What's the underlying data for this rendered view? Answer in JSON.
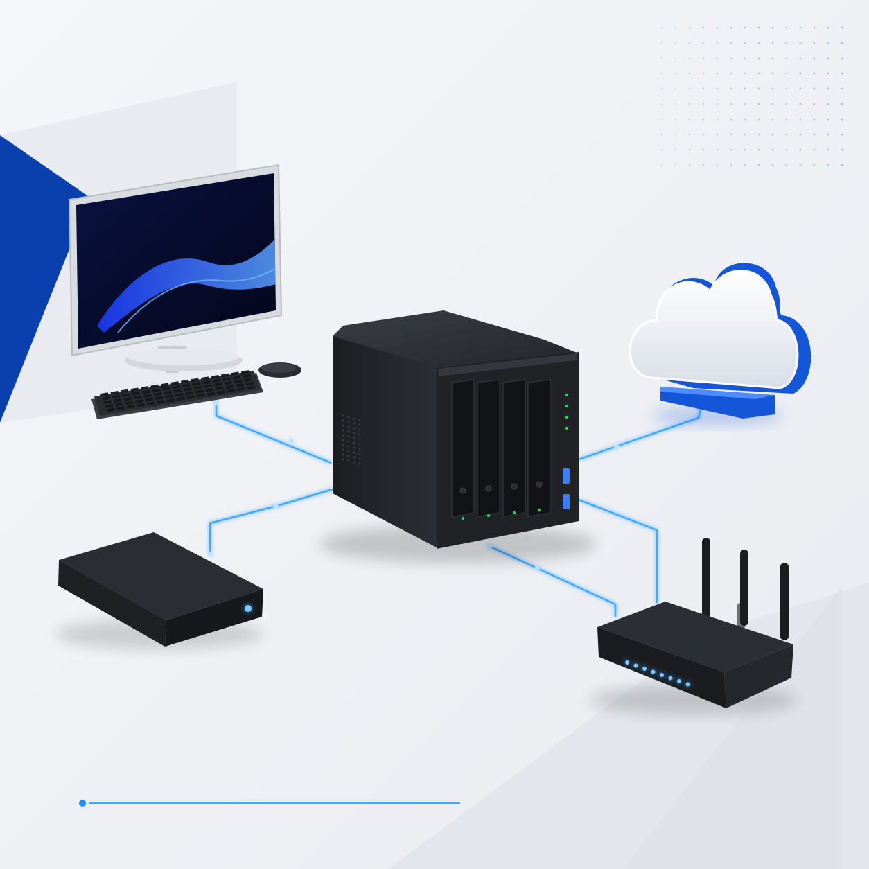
{
  "scene": {
    "subject": "network-attached-storage-hub",
    "hub": {
      "name": "nas-4-bay",
      "drive_bays": 4,
      "usb_ports": 2,
      "status_leds": 4
    },
    "connected_devices": [
      {
        "name": "desktop-computer",
        "connection": "cable"
      },
      {
        "name": "cloud-storage",
        "connection": "cable"
      },
      {
        "name": "external-hard-drive",
        "connection": "cable"
      },
      {
        "name": "wifi-router",
        "connection": "cable",
        "antennas": 4,
        "port_leds": 8
      }
    ]
  },
  "colors": {
    "background": "#f2f3f6",
    "accent_blue": "#0a3fae",
    "glow_blue": "#3fa9ff",
    "device_black": "#1e2024",
    "device_dark": "#2a2d33",
    "cloud_white": "#eef1f6",
    "cloud_edge_blue": "#1556d8",
    "led_green": "#2fd15a"
  },
  "icons": [
    "desktop-icon",
    "cloud-icon",
    "nas-icon",
    "hard-drive-icon",
    "router-icon"
  ]
}
